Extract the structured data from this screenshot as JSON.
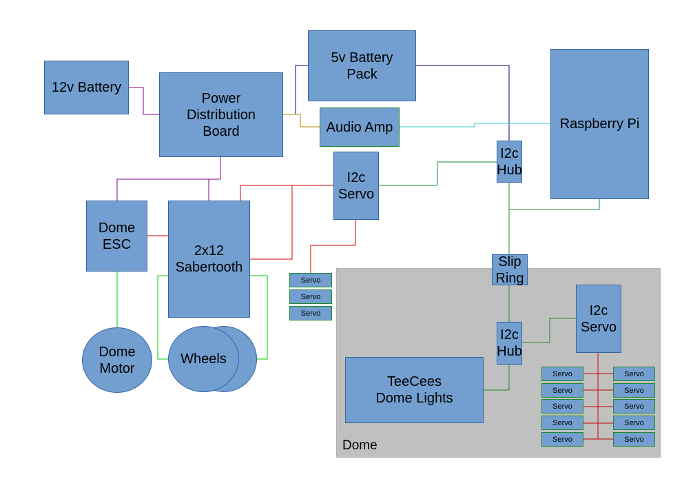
{
  "colors": {
    "box_fill": "#729fcf",
    "box_border": "#3465a4",
    "dome_region": "#c0c0c0",
    "wire_purple": "#800080",
    "wire_navy": "#000080",
    "wire_red": "#cc0000",
    "wire_green": "#1e8a30",
    "wire_lightgreen": "#00cc00",
    "wire_cyan": "#33cccc",
    "wire_olive": "#b38000"
  },
  "region": {
    "dome_label": "Dome"
  },
  "nodes": {
    "battery_12v": "12v Battery",
    "pdb": "Power\nDistribution\nBoard",
    "battery_5v": "5v Battery\nPack",
    "audio_amp": "Audio Amp",
    "raspberry_pi": "Raspberry Pi",
    "i2c_hub_top": "I2c\nHub",
    "i2c_servo_top": "I2c\nServo",
    "dome_esc": "Dome\nESC",
    "sabertooth": "2x12\nSabertooth",
    "dome_motor": "Dome\nMotor",
    "wheels": "Wheels",
    "slip_ring": "Slip\nRing",
    "i2c_hub_dome": "I2c\nHub",
    "i2c_servo_dome": "I2c\nServo",
    "teecees": "TeeCees\nDome Lights"
  },
  "servo_label": "Servo",
  "servos_left": [
    "Servo",
    "Servo",
    "Servo"
  ],
  "servos_dome_left": [
    "Servo",
    "Servo",
    "Servo",
    "Servo",
    "Servo"
  ],
  "servos_dome_right": [
    "Servo",
    "Servo",
    "Servo",
    "Servo",
    "Servo"
  ]
}
